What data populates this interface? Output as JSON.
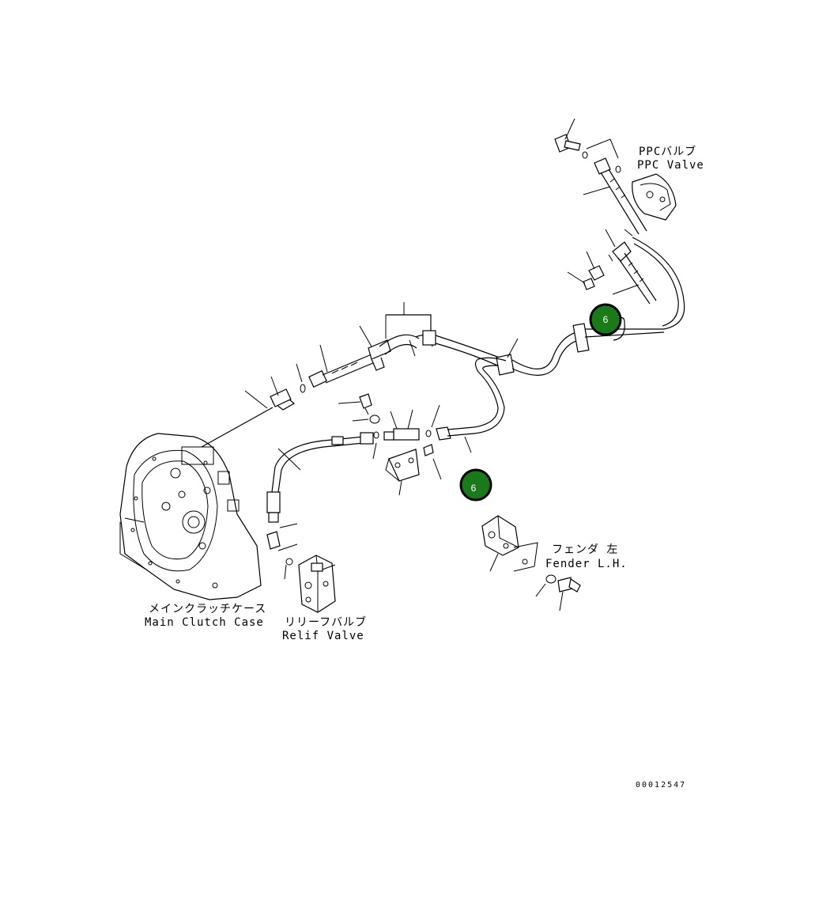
{
  "labels": {
    "ppc_valve_jp": "PPCバルブ",
    "ppc_valve_en": "PPC Valve",
    "main_clutch_case_jp": "メインクラッチケース",
    "main_clutch_case_en": "Main Clutch Case",
    "relief_valve_jp": "リリーフバルブ",
    "relief_valve_en": "Relif Valve",
    "fender_jp": "フェンダ 左",
    "fender_en": "Fender L.H."
  },
  "callouts": [
    {
      "id": "callout-upper",
      "text": "6"
    },
    {
      "id": "callout-lower",
      "text": "6"
    }
  ],
  "drawing_code": "00012547",
  "colors": {
    "callout_fill": "#1a7a1a",
    "callout_ring": "#000000",
    "line": "#000000",
    "background": "#ffffff"
  }
}
